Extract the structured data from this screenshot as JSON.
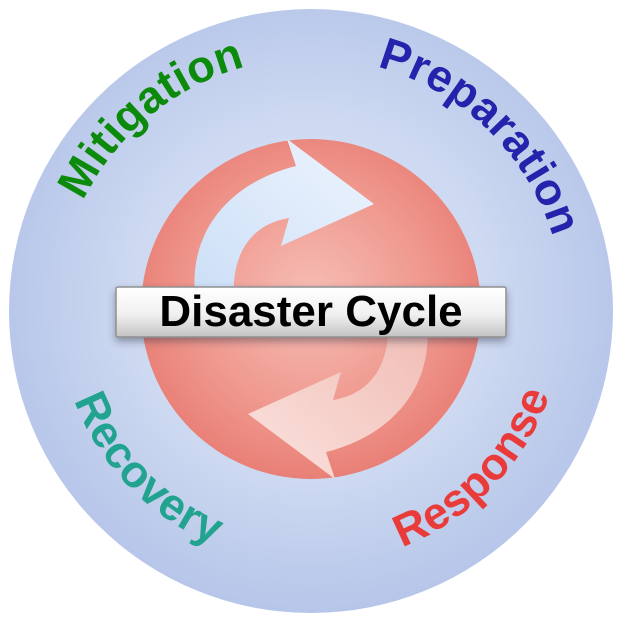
{
  "diagram": {
    "title": "Disaster Cycle",
    "labels": {
      "mitigation": {
        "text": "Mitigation",
        "color": "#0b8a0b"
      },
      "preparation": {
        "text": "Preparation",
        "color": "#2323ab"
      },
      "response": {
        "text": "Response",
        "color": "#ea3b3b"
      },
      "recovery": {
        "text": "Recovery",
        "color": "#21a38f"
      }
    },
    "icons": {
      "top_arrow": "curved-arrow-pointing-right",
      "bottom_arrow": "curved-arrow-pointing-left"
    },
    "colors": {
      "outer_circle_center": "#dfe8f8",
      "outer_circle_edge": "#b3c3e8",
      "inner_circle_center": "#f6beb5",
      "inner_circle_edge": "#e87d74",
      "top_arrow": "#dceafb",
      "bottom_arrow": "#f6cdc6",
      "banner_border": "#8f8f8f",
      "banner_text": "#000000"
    }
  }
}
